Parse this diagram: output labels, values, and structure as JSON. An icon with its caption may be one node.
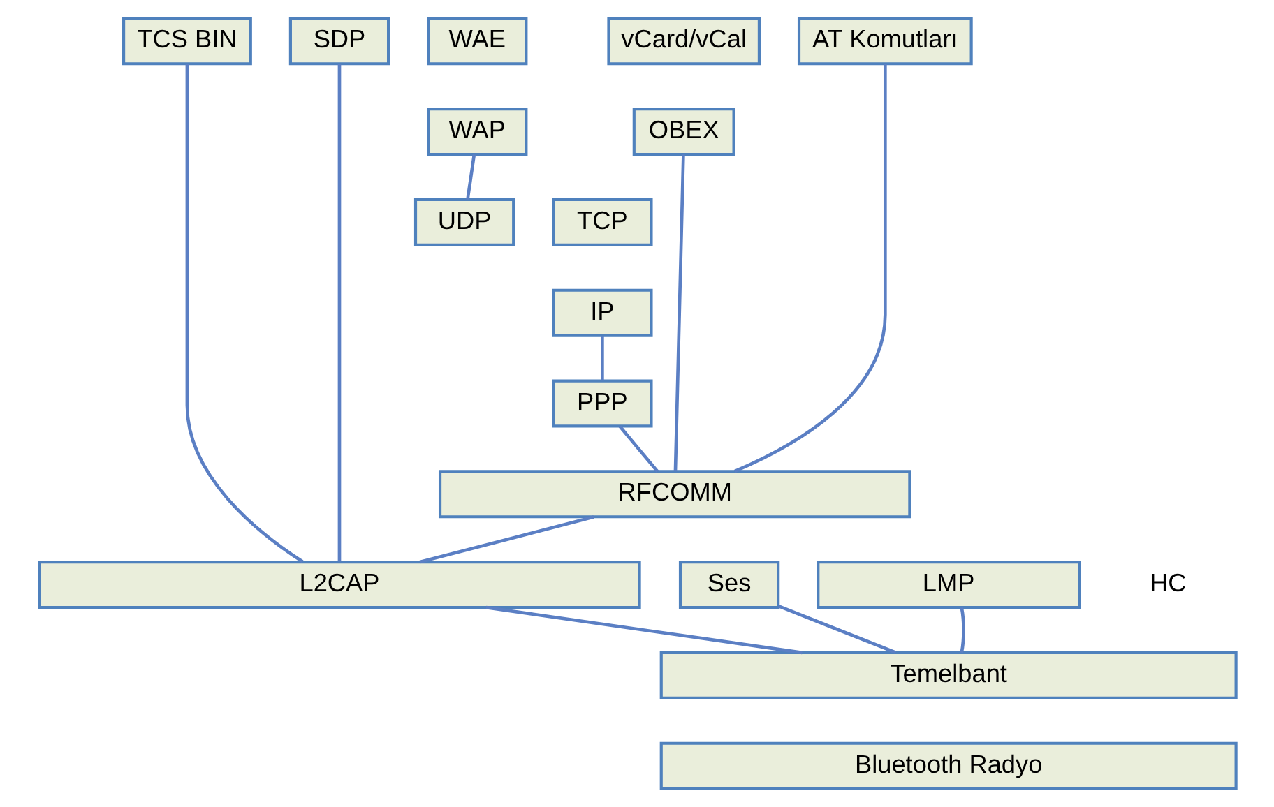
{
  "diagram": {
    "nodes": [
      {
        "text": [
          "vCard/vCal"
        ]
      },
      {
        "text": [
          "OBEX"
        ]
      },
      {
        "text": [
          "WAE"
        ]
      },
      {
        "text": [
          "WAP"
        ]
      },
      {
        "text": [
          "UDP"
        ]
      },
      {
        "text": [
          "TCP"
        ]
      },
      {
        "text": [
          "IP"
        ]
      },
      {
        "text": [
          "AT Komutları"
        ]
      },
      {
        "text": [
          "TCS BIN"
        ]
      },
      {
        "text": [
          "SDP"
        ]
      },
      {
        "text": [
          "PPP"
        ]
      },
      {
        "text": [
          "RFCOMM"
        ]
      },
      {
        "text": [
          "Ses"
        ]
      },
      {
        "text": [
          "L2CAP"
        ]
      },
      {
        "text": [
          "LMP"
        ]
      },
      {
        "text": [
          "Temelbant"
        ]
      },
      {
        "text": [
          "Bluetooth Radyo"
        ]
      }
    ],
    "edges": [
      {
        "from": 1,
        "to": 11,
        "arrow": "none"
      },
      {
        "from": 3,
        "to": 4,
        "arrow": "none"
      },
      {
        "from": 6,
        "to": 10,
        "arrow": "none"
      },
      {
        "from": 10,
        "to": 11,
        "arrow": "none"
      },
      {
        "from": 7,
        "to": 11,
        "arrow": "none"
      },
      {
        "from": 11,
        "to": 13,
        "arrow": "none"
      },
      {
        "from": 8,
        "to": 13,
        "arrow": "none"
      },
      {
        "from": 9,
        "to": 13,
        "arrow": "none"
      },
      {
        "from": 13,
        "to": 15,
        "arrow": "none"
      },
      {
        "from": 14,
        "to": 15,
        "arrow": "none"
      },
      {
        "from": 12,
        "to": 15,
        "arrow": "none"
      }
    ],
    "labels": [
      "HC"
    ]
  }
}
